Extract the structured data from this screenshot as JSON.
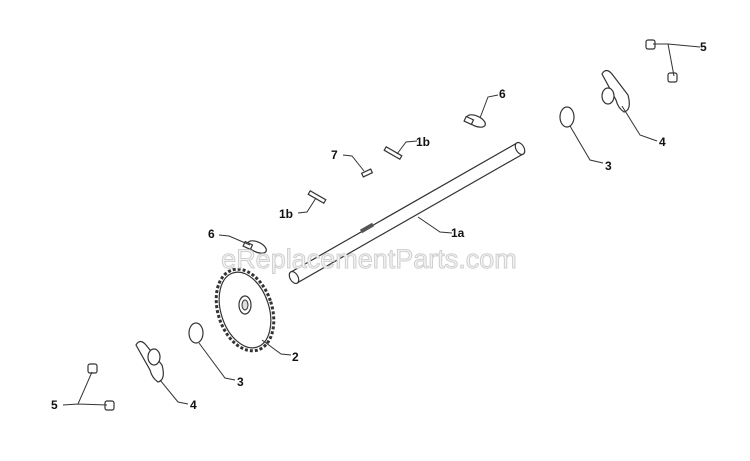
{
  "watermark": "eReplacementParts.com",
  "callouts": {
    "c5_top": "5",
    "c6_top": "6",
    "c4_top": "4",
    "c3_top": "3",
    "c1b_top": "1b",
    "c7": "7",
    "c1b_bottom": "1b",
    "c1a": "1a",
    "c6_bottom": "6",
    "c2": "2",
    "c3_bottom": "3",
    "c4_bottom": "4",
    "c5_bottom": "5"
  },
  "parts": [
    "shaft",
    "sprocket",
    "washer",
    "bearing-flange",
    "bolt",
    "hairpin-clip",
    "key",
    "pin"
  ]
}
